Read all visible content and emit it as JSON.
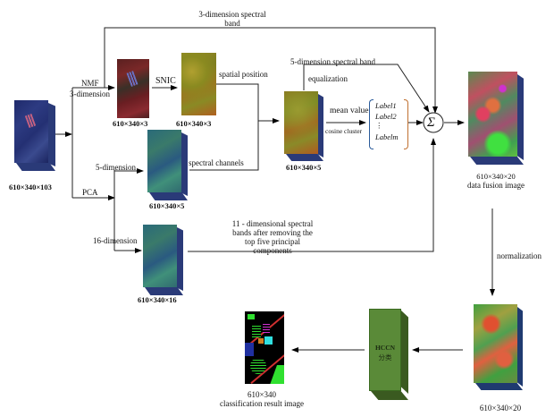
{
  "diagram": {
    "input": {
      "size": "610×340×103"
    },
    "top_branch": {
      "band_label": "3-dimension spectral band",
      "band_label_line1": "3-dimension spectral",
      "band_label_line2": "band"
    },
    "nmf": {
      "method": "NMF",
      "dimension": "3-dimension",
      "output_size": "610×340×3"
    },
    "snic": {
      "method": "SNIC",
      "output_size": "610×340×3",
      "edge_label": "spatial position"
    },
    "pca": {
      "method": "PCA",
      "branch5": {
        "dimension": "5-dimension",
        "output_size": "610×340×5",
        "edge_label": "spectral channels"
      },
      "branch16": {
        "dimension": "16-dimension",
        "output_size": "610×340×16",
        "edge_label_lines": [
          "11 - dimensional spectral",
          "bands after removing the",
          "top five principal",
          "components"
        ]
      }
    },
    "merged": {
      "output_size": "610×340×5",
      "top_label": "5-dimension spectral band",
      "equalization": "equalization",
      "edge_label_top": "mean value",
      "edge_label_bottom": "cosine cluster"
    },
    "labels": [
      "Label1",
      "Label2",
      "⋮",
      "Labelm"
    ],
    "sum_symbol": "Σ",
    "fusion": {
      "size": "610×340×20",
      "caption": "data fusion image"
    },
    "normalization": "normalization",
    "normalized": {
      "size": "610×340×20"
    },
    "classifier": {
      "name": "HCCN",
      "subtitle": "分类"
    },
    "result": {
      "size": "610×340",
      "caption": "classification result image"
    }
  }
}
